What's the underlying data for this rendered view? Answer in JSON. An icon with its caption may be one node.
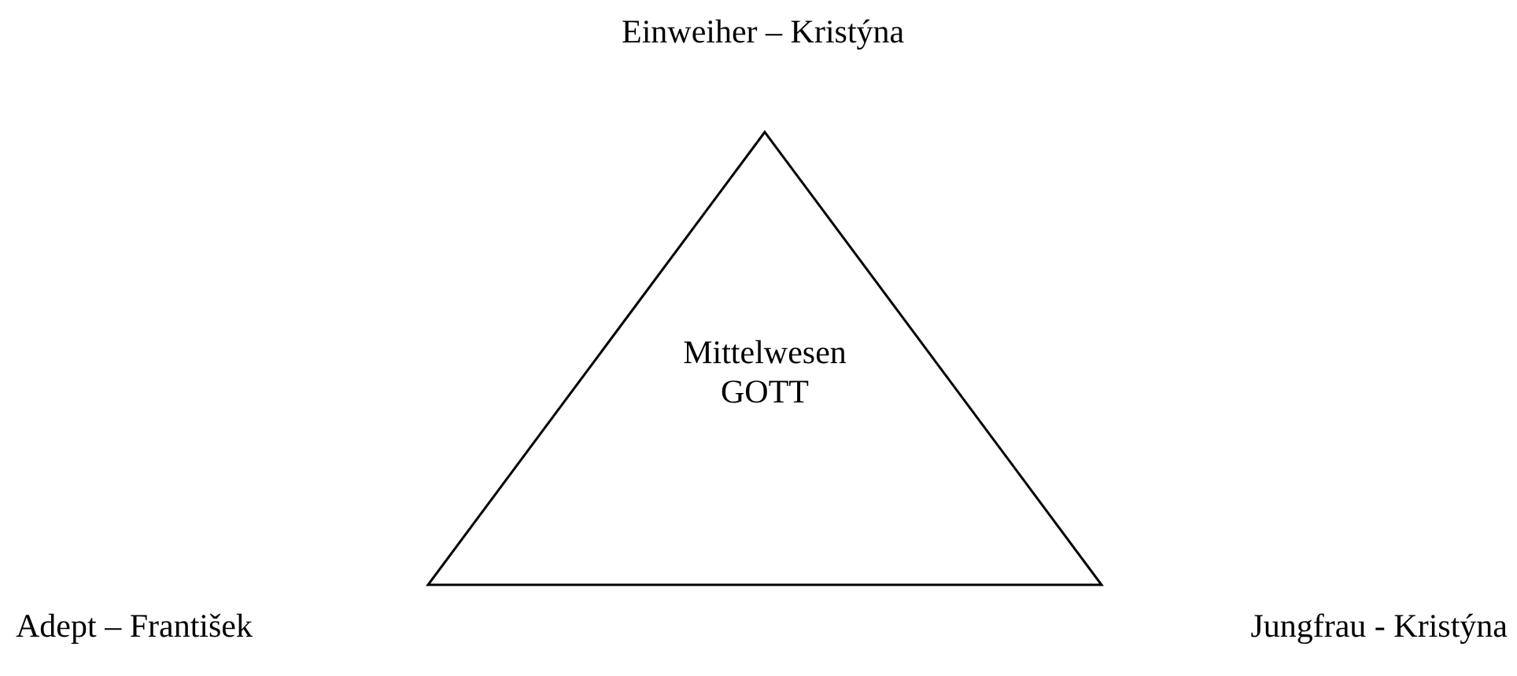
{
  "diagram": {
    "nodes": [
      {
        "text": [
          "Mittelwesen",
          "GOTT"
        ]
      }
    ],
    "labels": [
      "Einweiher – Kristýna",
      "Adept – František",
      "Jungfrau - Kristýna"
    ]
  }
}
